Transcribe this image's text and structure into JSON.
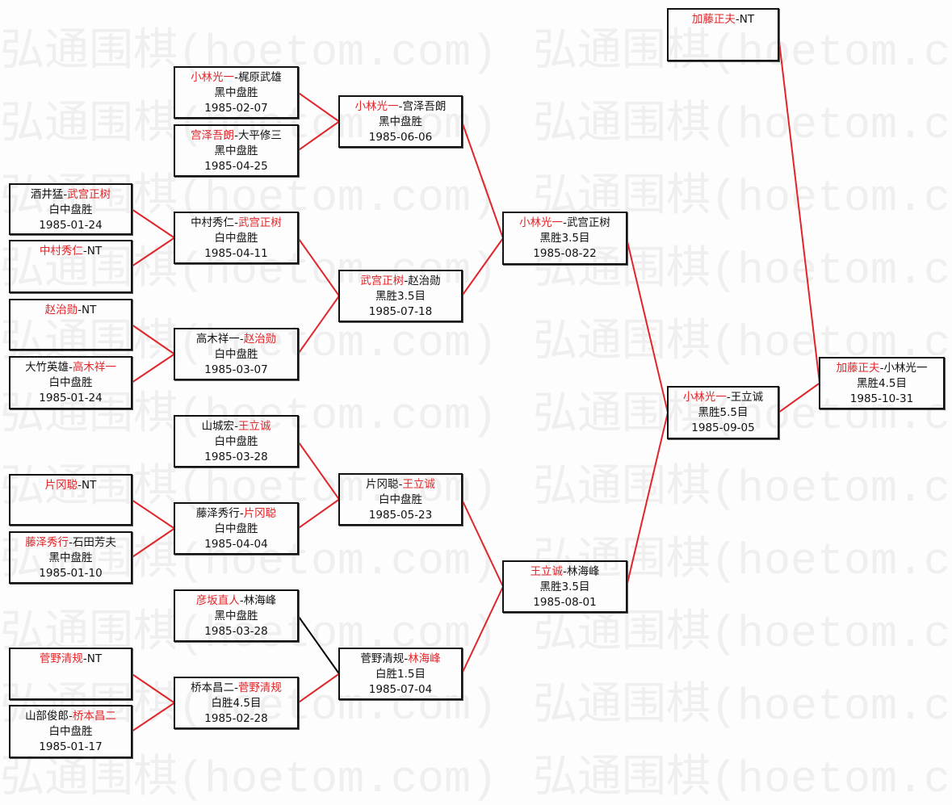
{
  "watermark": "弘通围棋(hoetom.com)",
  "colors": {
    "winner": "#e0262a",
    "line_win": "#e0262a",
    "line_other": "#000000"
  },
  "matches": {
    "a1": {
      "p1": "酒井猛",
      "p2": "武宫正树",
      "winner": 2,
      "result": "白中盘胜",
      "date": "1985-01-24"
    },
    "a2": {
      "p1": "中村秀仁",
      "p2": "NT",
      "winner": 1,
      "result": "",
      "date": ""
    },
    "a3": {
      "p1": "赵治勋",
      "p2": "NT",
      "winner": 1,
      "result": "",
      "date": ""
    },
    "a4": {
      "p1": "大竹英雄",
      "p2": "高木祥一",
      "winner": 2,
      "result": "白中盘胜",
      "date": "1985-01-24"
    },
    "a5": {
      "p1": "片冈聪",
      "p2": "NT",
      "winner": 1,
      "result": "",
      "date": ""
    },
    "a6": {
      "p1": "藤泽秀行",
      "p2": "石田芳夫",
      "winner": 1,
      "result": "黑中盘胜",
      "date": "1985-01-10"
    },
    "a7": {
      "p1": "菅野清规",
      "p2": "NT",
      "winner": 1,
      "result": "",
      "date": ""
    },
    "a8": {
      "p1": "山部俊郎",
      "p2": "桥本昌二",
      "winner": 2,
      "result": "白中盘胜",
      "date": "1985-01-17"
    },
    "b1": {
      "p1": "小林光一",
      "p2": "梶原武雄",
      "winner": 1,
      "result": "黑中盘胜",
      "date": "1985-02-07"
    },
    "b2": {
      "p1": "宫泽吾朗",
      "p2": "大平修三",
      "winner": 1,
      "result": "黑中盘胜",
      "date": "1985-04-25"
    },
    "b3": {
      "p1": "中村秀仁",
      "p2": "武宫正树",
      "winner": 2,
      "result": "白中盘胜",
      "date": "1985-04-11"
    },
    "b4": {
      "p1": "高木祥一",
      "p2": "赵治勋",
      "winner": 2,
      "result": "白中盘胜",
      "date": "1985-03-07"
    },
    "b5": {
      "p1": "山城宏",
      "p2": "王立诚",
      "winner": 2,
      "result": "白中盘胜",
      "date": "1985-03-28"
    },
    "b6": {
      "p1": "藤泽秀行",
      "p2": "片冈聪",
      "winner": 2,
      "result": "白中盘胜",
      "date": "1985-04-04"
    },
    "b7": {
      "p1": "彦坂直人",
      "p2": "林海峰",
      "winner": 1,
      "result": "黑中盘胜",
      "date": "1985-03-28"
    },
    "b8": {
      "p1": "桥本昌二",
      "p2": "菅野清规",
      "winner": 2,
      "result": "白胜4.5目",
      "date": "1985-02-28"
    },
    "c1": {
      "p1": "小林光一",
      "p2": "宫泽吾朗",
      "winner": 1,
      "result": "黑中盘胜",
      "date": "1985-06-06"
    },
    "c2": {
      "p1": "武宫正树",
      "p2": "赵治勋",
      "winner": 1,
      "result": "黑胜3.5目",
      "date": "1985-07-18"
    },
    "c3": {
      "p1": "片冈聪",
      "p2": "王立诚",
      "winner": 2,
      "result": "白中盘胜",
      "date": "1985-05-23"
    },
    "c4": {
      "p1": "菅野清规",
      "p2": "林海峰",
      "winner": 2,
      "result": "白胜1.5目",
      "date": "1985-07-04"
    },
    "d1": {
      "p1": "小林光一",
      "p2": "武宫正树",
      "winner": 1,
      "result": "黑胜3.5目",
      "date": "1985-08-22"
    },
    "d2": {
      "p1": "王立诚",
      "p2": "林海峰",
      "winner": 1,
      "result": "黑胜3.5目",
      "date": "1985-08-01"
    },
    "e1": {
      "p1": "加藤正夫",
      "p2": "NT",
      "winner": 1,
      "result": "",
      "date": ""
    },
    "e2": {
      "p1": "小林光一",
      "p2": "王立诚",
      "winner": 1,
      "result": "黑胜5.5目",
      "date": "1985-09-05"
    },
    "f1": {
      "p1": "加藤正夫",
      "p2": "小林光一",
      "winner": 1,
      "result": "黑胜4.5目",
      "date": "1985-10-31"
    }
  },
  "links": [
    [
      "a1",
      "b3",
      "win"
    ],
    [
      "a2",
      "b3",
      "win"
    ],
    [
      "a3",
      "b4",
      "win"
    ],
    [
      "a4",
      "b4",
      "win"
    ],
    [
      "a5",
      "b6",
      "win"
    ],
    [
      "a6",
      "b6",
      "win"
    ],
    [
      "a7",
      "b8",
      "win"
    ],
    [
      "a8",
      "b8",
      "win"
    ],
    [
      "b1",
      "c1",
      "win"
    ],
    [
      "b2",
      "c1",
      "win"
    ],
    [
      "b3",
      "c2",
      "win"
    ],
    [
      "b4",
      "c2",
      "win"
    ],
    [
      "b5",
      "c3",
      "win"
    ],
    [
      "b6",
      "c3",
      "win"
    ],
    [
      "b7",
      "c4",
      "other"
    ],
    [
      "b8",
      "c4",
      "win"
    ],
    [
      "c1",
      "d1",
      "win"
    ],
    [
      "c2",
      "d1",
      "win"
    ],
    [
      "c3",
      "d2",
      "win"
    ],
    [
      "c4",
      "d2",
      "win"
    ],
    [
      "d1",
      "e2",
      "win"
    ],
    [
      "d2",
      "e2",
      "win"
    ],
    [
      "e1",
      "f1",
      "win"
    ],
    [
      "e2",
      "f1",
      "win"
    ]
  ]
}
